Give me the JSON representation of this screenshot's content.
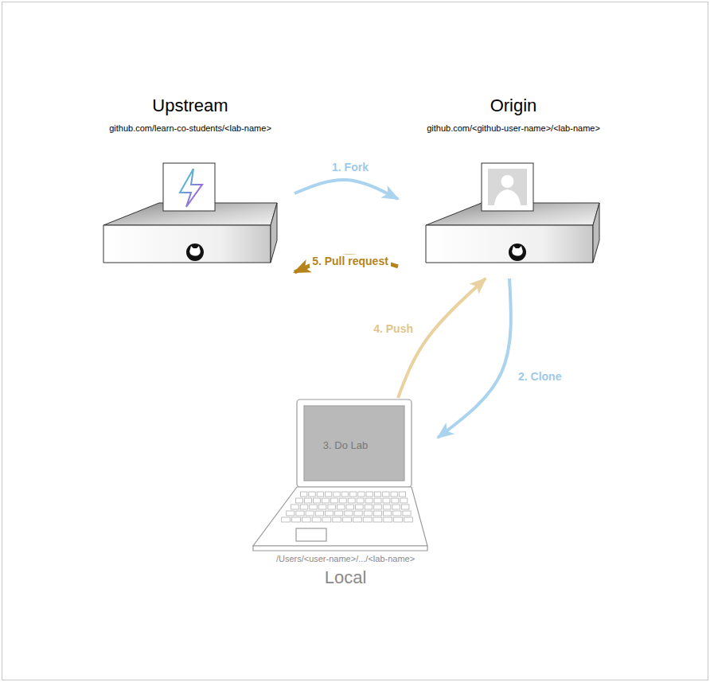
{
  "diagram": {
    "nodes": [
      {
        "text": [
          "Upstream",
          "github.com/learn-co-students/<lab-name>"
        ]
      },
      {
        "text": [
          "Origin",
          "github.com/<github-user-name>/<lab-name>"
        ]
      },
      {
        "text": [
          "3. Do Lab",
          "/Users/<user-name>/.../<lab-name>",
          "Local"
        ]
      }
    ],
    "edges": [
      {
        "from": 0,
        "to": 1,
        "label": "1. Fork",
        "arrow": "to"
      },
      {
        "from": 1,
        "to": 2,
        "label": "2. Clone",
        "arrow": "to"
      },
      {
        "from": 2,
        "to": 1,
        "label": "4. Push",
        "arrow": "to"
      },
      {
        "from": 1,
        "to": 0,
        "label": "5. Pull request",
        "arrow": "to"
      }
    ]
  }
}
